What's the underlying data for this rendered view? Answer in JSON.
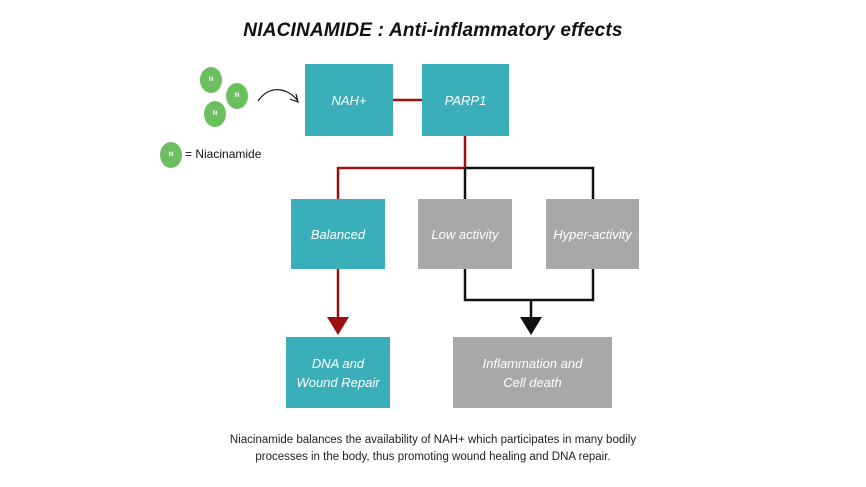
{
  "title": "NIACINAMIDE : Anti-inflammatory effects",
  "molecule_letter": "N",
  "legend": {
    "label": "= Niacinamide"
  },
  "boxes": {
    "nah": "NAH+",
    "parp1": "PARP1",
    "balanced": "Balanced",
    "low_activity": "Low activity",
    "hyper_activity": "Hyper-activity",
    "dna_repair": "DNA and Wound Repair",
    "inflammation": "Inflammation and Cell death"
  },
  "caption": {
    "line1": "Niacinamide balances the availability of NAH+ which  participates in many bodily",
    "line2": "processes in the body, thus promoting wound healing and DNA repair."
  },
  "colors": {
    "teal": "#3aafb9",
    "grey": "#a8a8a8",
    "red_line": "#9b1010",
    "black_line": "#111111",
    "molecule_green": "#6cbf5f"
  }
}
